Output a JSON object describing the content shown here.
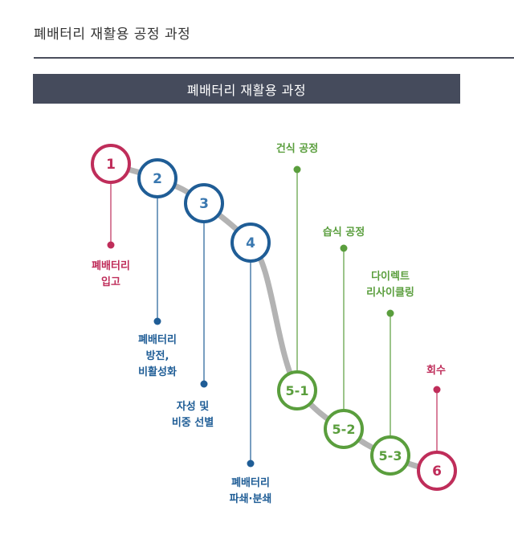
{
  "page_title": "폐배터리 재활용 공정 과정",
  "banner_title": "폐배터리 재활용 과정",
  "colors": {
    "text": "#333333",
    "banner_bg": "#454b5c",
    "path_gray": "#b3b3b3",
    "crimson": "#bf2d5a",
    "blue": "#1f5d96",
    "step_blue_text": "#3a78b0",
    "green": "#5a9e3d"
  },
  "steps": [
    {
      "id": "1",
      "number": "1",
      "label": "폐배터리\n입고",
      "color": "crimson"
    },
    {
      "id": "2",
      "number": "2",
      "label": "폐배터리\n방전,\n비활성화",
      "color": "blue"
    },
    {
      "id": "3",
      "number": "3",
      "label": "자성 및\n비중 선별",
      "color": "blue"
    },
    {
      "id": "4",
      "number": "4",
      "label": "폐배터리\n파쇄·분쇄",
      "color": "blue"
    },
    {
      "id": "5-1",
      "number": "5-1",
      "label": "건식 공정",
      "color": "green"
    },
    {
      "id": "5-2",
      "number": "5-2",
      "label": "습식 공정",
      "color": "green"
    },
    {
      "id": "5-3",
      "number": "5-3",
      "label": "다이렉트\n리사이클링",
      "color": "green"
    },
    {
      "id": "6",
      "number": "6",
      "label": "회수",
      "color": "crimson"
    }
  ]
}
